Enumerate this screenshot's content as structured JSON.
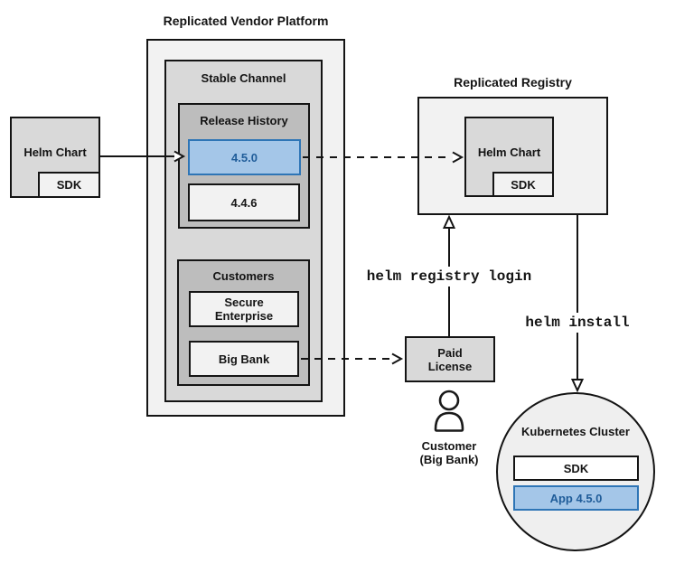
{
  "platform": {
    "title": "Replicated Vendor Platform",
    "stable_channel": {
      "label": "Stable Channel"
    },
    "release_history": {
      "label": "Release History",
      "current_version": "4.5.0",
      "previous_version": "4.4.6"
    },
    "customers": {
      "label": "Customers",
      "customer_1": "Secure Enterprise",
      "customer_2": "Big Bank"
    }
  },
  "source_chart": {
    "label": "Helm Chart",
    "sdk_label": "SDK"
  },
  "registry": {
    "title": "Replicated Registry",
    "helm_chart": {
      "label": "Helm Chart",
      "sdk_label": "SDK"
    }
  },
  "paid_license": {
    "label": "Paid License"
  },
  "customer_actor": {
    "line1": "Customer",
    "line2": "(Big Bank)"
  },
  "commands": {
    "registry_login": "helm registry login",
    "install": "helm install"
  },
  "cluster": {
    "label": "Kubernetes Cluster",
    "sdk_label": "SDK",
    "app_label": "App 4.5.0"
  },
  "colors": {
    "highlight_fill": "#a4c6e8",
    "highlight_border": "#2e75b6",
    "highlight_text": "#1f5c99",
    "outer_fill": "#f2f2f2",
    "channel_fill": "#d9d9d9",
    "group_fill": "#bdbdbd"
  }
}
